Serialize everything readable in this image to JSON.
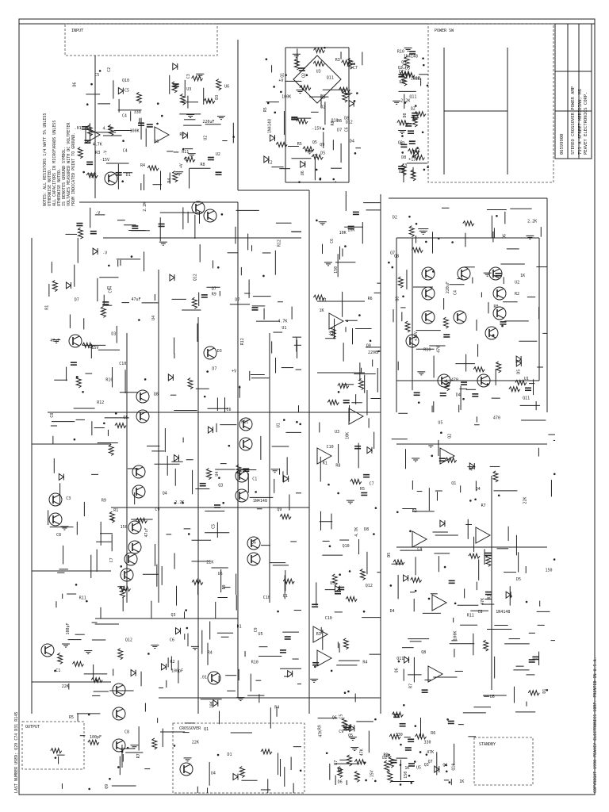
{
  "title_block": {
    "company": "PEAVEY ELECTRONICS CORP.",
    "address": "711 A STREET  MERIDIAN, MS",
    "drawing_title": "STEREO CROSSOVER POWER AMP",
    "drawing_number": "06599900"
  },
  "notes": {
    "header": "NOTES: ALL RESISTORS 1/4 WATT 5% UNLESS",
    "lines": [
      "OTHERWISE NOTED.",
      "ALL CAPACITORS IN MICROFARADS UNLESS",
      "OTHERWISE NOTED.",
      "IS DENOTES GROUND SYMBOL.",
      "VOLTAGES MEASURED WITH DC VOLTMETER",
      "FROM INDICATED POINT TO GROUND."
    ]
  },
  "footer_note": "COPYRIGHT 1990 PEAVEY ELECTRONICS CORP. PRINTED IN U.S.A.",
  "side_note": "LAST NUMBER USED: Q29  C74  D31  R145",
  "block_labels": {
    "input": "INPUT",
    "power_switch": "POWER SW",
    "output_jack": "OUTPUT",
    "standby": "STANDBY",
    "crossover": "CROSSOVER"
  },
  "component_labels": [
    "R1",
    "R2",
    "R3",
    "R4",
    "R5",
    "R6",
    "R7",
    "R8",
    "R9",
    "R10",
    "R11",
    "R12",
    "C1",
    "C2",
    "C3",
    "C4",
    "C5",
    "C6",
    "C7",
    "C8",
    "C9",
    "C10",
    "Q1",
    "Q2",
    "Q3",
    "Q4",
    "Q5",
    "Q6",
    "Q7",
    "Q8",
    "Q9",
    "Q10",
    "Q11",
    "Q12",
    "D1",
    "D2",
    "D3",
    "D4",
    "D5",
    "D6",
    "D7",
    "D8",
    "U1",
    "U2",
    "U3",
    "U4",
    "U5",
    "U6",
    "10K",
    "22K",
    "47K",
    "100K",
    "1K",
    "4.7K",
    "2.2K",
    "330",
    "470",
    "150",
    "1N4148",
    ".01",
    "100pF",
    "47uF",
    "220uF",
    "+15V",
    "-15V",
    "+V",
    "-V"
  ]
}
